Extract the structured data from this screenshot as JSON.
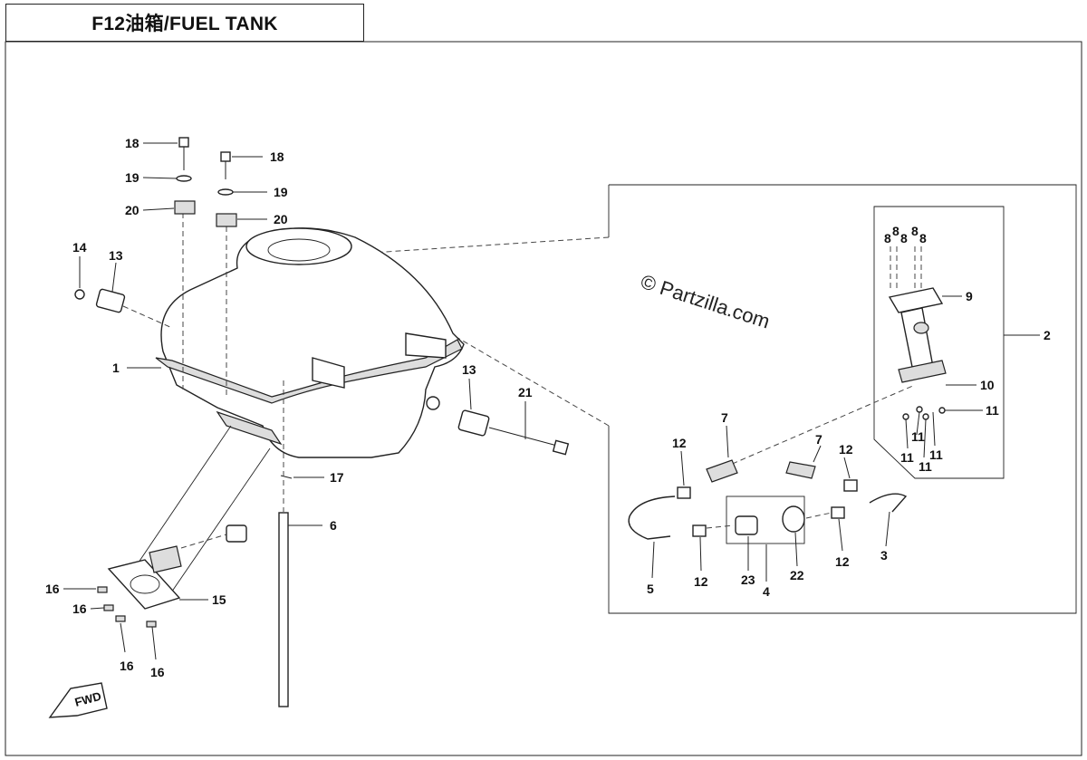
{
  "header": {
    "title": "F12油箱/FUEL TANK"
  },
  "watermark": {
    "text": "© Partzilla.com"
  },
  "fwd_label": "FWD",
  "callouts": [
    {
      "id": "c18a",
      "label": "18"
    },
    {
      "id": "c19a",
      "label": "19"
    },
    {
      "id": "c20a",
      "label": "20"
    },
    {
      "id": "c18b",
      "label": "18"
    },
    {
      "id": "c19b",
      "label": "19"
    },
    {
      "id": "c20b",
      "label": "20"
    },
    {
      "id": "c14",
      "label": "14"
    },
    {
      "id": "c13a",
      "label": "13"
    },
    {
      "id": "c1",
      "label": "1"
    },
    {
      "id": "c13b",
      "label": "13"
    },
    {
      "id": "c21",
      "label": "21"
    },
    {
      "id": "c17",
      "label": "17"
    },
    {
      "id": "c6",
      "label": "6"
    },
    {
      "id": "c15",
      "label": "15"
    },
    {
      "id": "c16a",
      "label": "16"
    },
    {
      "id": "c16b",
      "label": "16"
    },
    {
      "id": "c16c",
      "label": "16"
    },
    {
      "id": "c16d",
      "label": "16"
    },
    {
      "id": "c8a",
      "label": "8"
    },
    {
      "id": "c8b",
      "label": "8"
    },
    {
      "id": "c8c",
      "label": "8"
    },
    {
      "id": "c8d",
      "label": "8"
    },
    {
      "id": "c8e",
      "label": "8"
    },
    {
      "id": "c9",
      "label": "9"
    },
    {
      "id": "c2",
      "label": "2"
    },
    {
      "id": "c10",
      "label": "10"
    },
    {
      "id": "c11a",
      "label": "11"
    },
    {
      "id": "c11b",
      "label": "11"
    },
    {
      "id": "c11c",
      "label": "11"
    },
    {
      "id": "c11d",
      "label": "11"
    },
    {
      "id": "c11e",
      "label": "11"
    },
    {
      "id": "c7a",
      "label": "7"
    },
    {
      "id": "c7b",
      "label": "7"
    },
    {
      "id": "c12a",
      "label": "12"
    },
    {
      "id": "c12b",
      "label": "12"
    },
    {
      "id": "c12c",
      "label": "12"
    },
    {
      "id": "c12d",
      "label": "12"
    },
    {
      "id": "c5",
      "label": "5"
    },
    {
      "id": "c23",
      "label": "23"
    },
    {
      "id": "c4",
      "label": "4"
    },
    {
      "id": "c22",
      "label": "22"
    },
    {
      "id": "c3",
      "label": "3"
    }
  ]
}
